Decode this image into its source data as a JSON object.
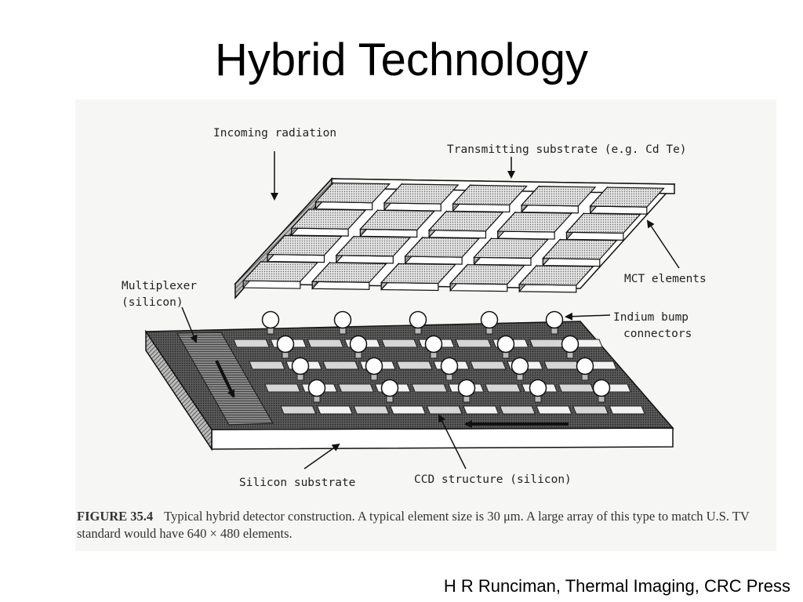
{
  "slide": {
    "title": "Hybrid Technology",
    "credit": "H R Runciman, Thermal Imaging, CRC Press"
  },
  "diagram": {
    "labels": {
      "incoming_radiation": "Incoming radiation",
      "transmitting_substrate": "Transmitting substrate (e.g. Cd Te)",
      "mct_elements": "MCT elements",
      "multiplexer_line1": "Multiplexer",
      "multiplexer_line2": "(silicon)",
      "indium_line1": "Indium  bump",
      "indium_line2": "connectors",
      "silicon_substrate": "Silicon substrate",
      "ccd_structure": "CCD structure (silicon)"
    }
  },
  "caption": {
    "figure_number": "FIGURE 35.4",
    "text": "Typical hybrid detector construction. A typical element size is 30 μm. A large array of this type to match U.S. TV standard would have 640 × 480 elements."
  }
}
